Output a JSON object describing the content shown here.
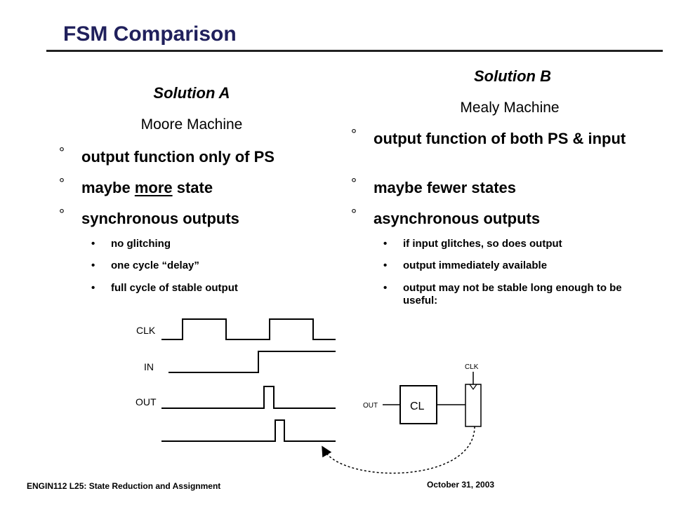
{
  "slide": {
    "title": "FSM Comparison",
    "footer_left": "ENGIN112  L25: State Reduction and Assignment",
    "footer_right": "October 31, 2003"
  },
  "solution_a": {
    "heading": "Solution A",
    "subheading": "Moore Machine",
    "bullet_mark": "°",
    "bullets": [
      "output function only of PS",
      "maybe more state",
      "synchronous outputs"
    ],
    "bullet2_pre": "maybe ",
    "bullet2_emph": "more",
    "bullet2_post": " state",
    "sub_bullets": [
      "no glitching",
      "one cycle “delay”",
      "full cycle of stable output"
    ]
  },
  "solution_b": {
    "heading": "Solution B",
    "subheading": "Mealy Machine",
    "bullet_mark": "°",
    "bullets": [
      "output function of both PS & input",
      "maybe fewer states",
      "asynchronous outputs"
    ],
    "sub_bullets": [
      "if input glitches, so does output",
      "output immediately available",
      "output may not be stable long enough to be useful:"
    ]
  },
  "diagram": {
    "clk_label": "CLK",
    "in_label": "IN",
    "out_label": "OUT",
    "cl_label": "CL",
    "block_out_label": "OUT",
    "block_clk_label": "CLK"
  }
}
